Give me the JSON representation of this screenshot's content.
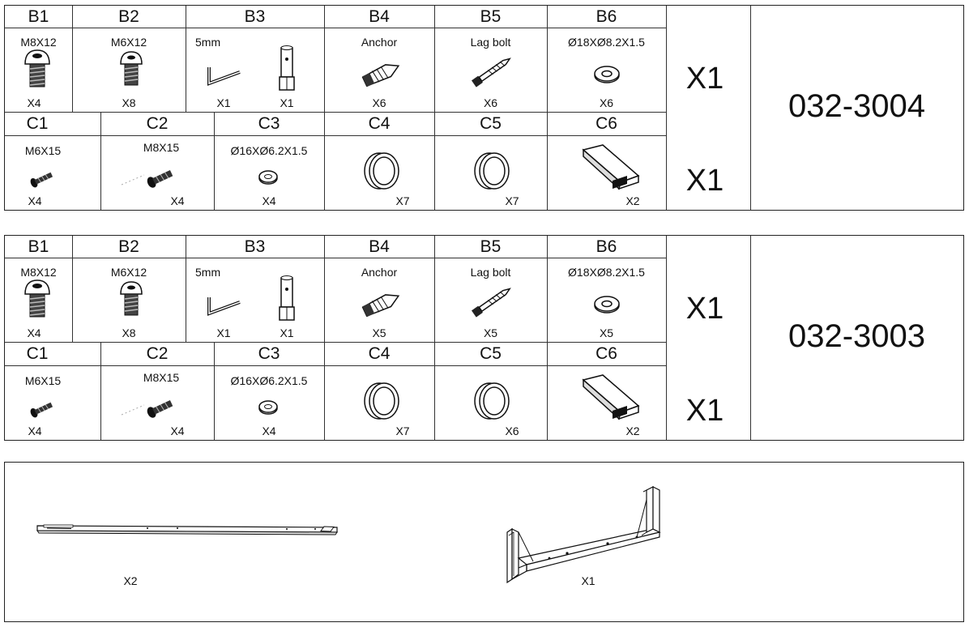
{
  "kits": [
    {
      "b": [
        {
          "code": "B1",
          "spec": "M8X12",
          "qty": "X4",
          "icon": "button-head-bolt-icon"
        },
        {
          "code": "B2",
          "spec": "M6X12",
          "qty": "X8",
          "icon": "button-head-bolt-icon"
        },
        {
          "code": "B3",
          "spec": "5mm",
          "qty": "X1",
          "qty2": "X1",
          "icon": "hex-key-icon",
          "icon2": "socket-tool-icon"
        },
        {
          "code": "B4",
          "spec": "Anchor",
          "qty": "X6",
          "icon": "wall-anchor-icon"
        },
        {
          "code": "B5",
          "spec": "Lag bolt",
          "qty": "X6",
          "icon": "lag-bolt-icon"
        },
        {
          "code": "B6",
          "spec": "Ø18XØ8.2X1.5",
          "qty": "X6",
          "icon": "washer-icon"
        }
      ],
      "c": [
        {
          "code": "C1",
          "spec": "M6X15",
          "qty": "X4",
          "icon": "screw-icon"
        },
        {
          "code": "C2",
          "spec": "M8X15",
          "qty": "X4",
          "icon": "screw-icon"
        },
        {
          "code": "C3",
          "spec": "Ø16XØ6.2X1.5",
          "qty": "X4",
          "icon": "small-washer-icon"
        },
        {
          "code": "C4",
          "spec": "",
          "qty": "X7",
          "icon": "grommet-ring-icon"
        },
        {
          "code": "C5",
          "spec": "",
          "qty": "X7",
          "icon": "grommet-ring-icon"
        },
        {
          "code": "C6",
          "spec": "",
          "qty": "X2",
          "icon": "end-cap-icon"
        }
      ],
      "multiplier_b": "X1",
      "multiplier_c": "X1",
      "part_number": "032-3004"
    },
    {
      "b": [
        {
          "code": "B1",
          "spec": "M8X12",
          "qty": "X4",
          "icon": "button-head-bolt-icon"
        },
        {
          "code": "B2",
          "spec": "M6X12",
          "qty": "X8",
          "icon": "button-head-bolt-icon"
        },
        {
          "code": "B3",
          "spec": "5mm",
          "qty": "X1",
          "qty2": "X1",
          "icon": "hex-key-icon",
          "icon2": "socket-tool-icon"
        },
        {
          "code": "B4",
          "spec": "Anchor",
          "qty": "X5",
          "icon": "wall-anchor-icon"
        },
        {
          "code": "B5",
          "spec": "Lag bolt",
          "qty": "X5",
          "icon": "lag-bolt-icon"
        },
        {
          "code": "B6",
          "spec": "Ø18XØ8.2X1.5",
          "qty": "X5",
          "icon": "washer-icon"
        }
      ],
      "c": [
        {
          "code": "C1",
          "spec": "M6X15",
          "qty": "X4",
          "icon": "screw-icon"
        },
        {
          "code": "C2",
          "spec": "M8X15",
          "qty": "X4",
          "icon": "screw-icon"
        },
        {
          "code": "C3",
          "spec": "Ø16XØ6.2X1.5",
          "qty": "X4",
          "icon": "small-washer-icon"
        },
        {
          "code": "C4",
          "spec": "",
          "qty": "X7",
          "icon": "grommet-ring-icon"
        },
        {
          "code": "C5",
          "spec": "",
          "qty": "X6",
          "icon": "grommet-ring-icon"
        },
        {
          "code": "C6",
          "spec": "",
          "qty": "X2",
          "icon": "end-cap-icon"
        }
      ],
      "multiplier_b": "X1",
      "multiplier_c": "X1",
      "part_number": "032-3003"
    }
  ],
  "bottom": {
    "rail_qty": "X2",
    "rail_icon": "rail-bar-icon",
    "bracket_qty": "X1",
    "bracket_icon": "u-bracket-icon"
  }
}
